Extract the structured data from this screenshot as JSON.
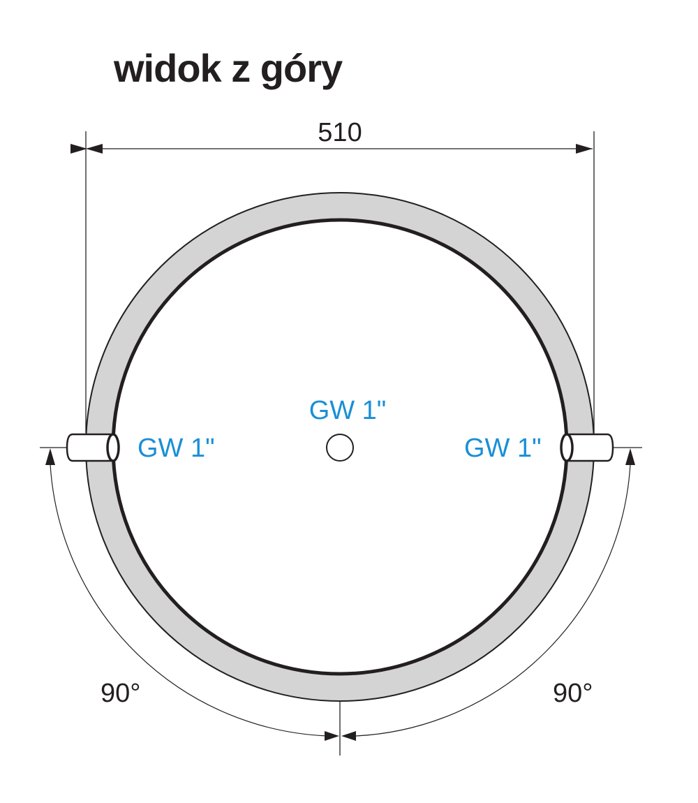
{
  "title": "widok z góry",
  "dimension_width": "510",
  "connections": {
    "center": "GW 1\"",
    "left": "GW 1\"",
    "right": "GW 1\""
  },
  "angles": {
    "left": "90°",
    "right": "90°"
  },
  "colors": {
    "ring_fill": "#d4d4d4",
    "label_blue": "#1a8fd6",
    "ink": "#231f20"
  }
}
